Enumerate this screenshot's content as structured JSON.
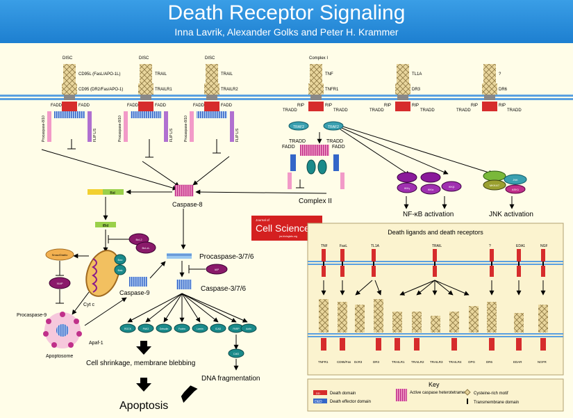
{
  "header": {
    "title": "Death Receptor Signaling",
    "authors": "Inna Lavrik, Alexander Golks and Peter H. Krammer"
  },
  "receptor_groups": [
    {
      "complex_label": "DISC",
      "ligand": "CD95L (FasL/APO-1L)",
      "receptor": "CD95 (DR2/Fas/APO-1)",
      "adaptor_left": "FADD",
      "adaptor_right": "FADD",
      "caspase": "Procaspase-8/10",
      "flip": "FLIP L/S"
    },
    {
      "complex_label": "DISC",
      "ligand": "TRAIL",
      "receptor": "TRAILR1",
      "adaptor_left": "FADD",
      "adaptor_right": "FADD",
      "caspase": "Procaspase-8/10",
      "flip": "FLIP L/S"
    },
    {
      "complex_label": "DISC",
      "ligand": "TRAIL",
      "receptor": "TRAILR2",
      "adaptor_left": "FADD",
      "adaptor_right": "FADD",
      "caspase": "Procaspase-8/10",
      "flip": "FLIP L/S"
    },
    {
      "complex_label": "Complex I",
      "ligand": "TNF",
      "receptor": "TNFR1",
      "adaptor_left": "RIP",
      "adaptor_right": "RIP",
      "adaptor_left2": "TRADD",
      "adaptor_right2": "TRADD"
    },
    {
      "complex_label": "",
      "ligand": "TL1A",
      "receptor": "DR3",
      "adaptor_left": "RIP",
      "adaptor_right": "RIP",
      "adaptor_left2": "TRADD",
      "adaptor_right2": "TRADD"
    },
    {
      "complex_label": "",
      "ligand": "?",
      "receptor": "DR6",
      "adaptor_left": "RIP",
      "adaptor_right": "RIP",
      "adaptor_left2": "TRADD",
      "adaptor_right2": "TRADD"
    }
  ],
  "pathway": {
    "traf2": "TRAF2",
    "complex2_label": "Complex II",
    "complex2_tradd": "TRADD",
    "complex2_fadd": "FADD",
    "bid": "Bid",
    "tbid": "tBid",
    "caspase8": "Caspase-8",
    "bcl2": "Bcl-2",
    "bclxl": "Bcl-xL",
    "bax": "Bax",
    "bak": "Bak",
    "smac": "Smac/Diablo",
    "xiap": "XIAP",
    "iap": "IAP",
    "cytc": "Cyt c",
    "procaspase9": "Procaspase-9",
    "caspase9": "Caspase-9",
    "apaf1": "Apaf-1",
    "apoptosome": "Apoptosome",
    "procaspase37": "Procaspase-3/7/6",
    "caspase37": "Caspase-3/7/6",
    "substrates": [
      "ROCK",
      "PAK2",
      "Gelsolin",
      "Fodrin",
      "Lamin",
      "ICAD",
      "PARP",
      "Actin",
      "CAD"
    ],
    "shrinkage": "Cell shrinkage, membrane blebbing",
    "cad": "CAD",
    "dna": "DNA fragmentation",
    "apoptosis": "Apoptosis",
    "nfkb": "NF-κB activation",
    "jnk": "JNK activation",
    "ikk": [
      "IKKγ",
      "IKKα",
      "IKKβ"
    ],
    "jnk_mols": [
      "MKK4/7",
      "JNK",
      "ASK1"
    ]
  },
  "logo": {
    "small": "Journal of",
    "big": "Cell Science",
    "url": "jcs.biologists.org"
  },
  "ligand_panel": {
    "title": "Death ligands and death receptors",
    "ligands": [
      "TNF",
      "FasL",
      "TL1A",
      "TRAIL",
      "?",
      "EDA1",
      "NGF"
    ],
    "receptors": [
      "TNFR1",
      "CD95/Fas",
      "DcR3",
      "DR3",
      "TRAILR1",
      "TRAILR2",
      "TRAILR3",
      "TRAILR4",
      "OPG",
      "DR6",
      "EDAR",
      "NGFR"
    ]
  },
  "key": {
    "title": "Key",
    "death_domain": "Death domain",
    "ded": "Death effector domain",
    "ded_abbr": "DED",
    "dd_abbr": "DD",
    "active_caspase": "Active caspase heterotetramer",
    "cysteine": "Cysteine-rich motif",
    "transmembrane": "Transmembrane domain"
  },
  "colors": {
    "header_blue": "#1d7fd0",
    "membrane_blue": "#5aa0e0",
    "death_domain_red": "#d62c2c",
    "ded_blue": "#3466c8",
    "cysteine_tan": "#d8c28a",
    "caspase_magenta": "#c0308a",
    "molecule_teal": "#1a8a8a",
    "bcl_purple": "#8a1a6a"
  }
}
